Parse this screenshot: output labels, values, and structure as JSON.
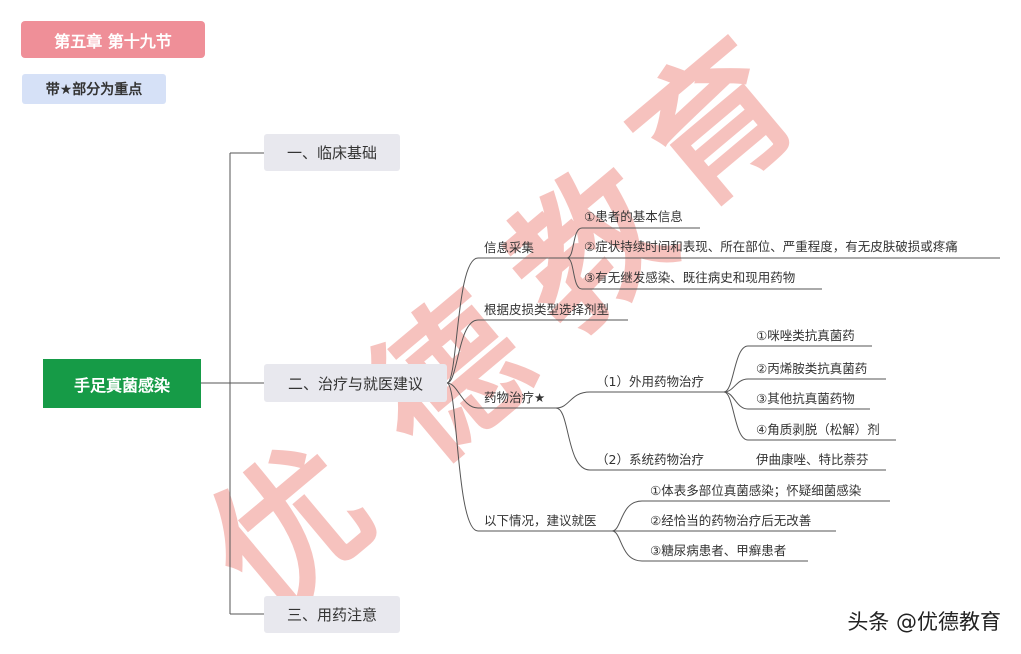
{
  "header": {
    "chapter": "第五章 第十九节",
    "note": "带★部分为重点"
  },
  "root": {
    "label": "手足真菌感染"
  },
  "branches": [
    {
      "label": "一、临床基础"
    },
    {
      "label": "二、治疗与就医建议"
    },
    {
      "label": "三、用药注意"
    }
  ],
  "treatment": {
    "info": {
      "label": "信息采集",
      "items": [
        "①患者的基本信息",
        "②症状持续时间和表现、所在部位、严重程度，有无皮肤破损或疼痛",
        "③有无继发感染、既往病史和现用药物"
      ]
    },
    "formulation": {
      "label": "根据皮损类型选择剂型"
    },
    "drug": {
      "label": "药物治疗★",
      "topical": {
        "label": "（1）外用药物治疗",
        "items": [
          "①咪唑类抗真菌药",
          "②丙烯胺类抗真菌药",
          "③其他抗真菌药物",
          "④角质剥脱（松解）剂"
        ]
      },
      "systemic": {
        "label": "（2）系统药物治疗",
        "item": "伊曲康唑、特比萘芬"
      }
    },
    "referral": {
      "label": "以下情况，建议就医",
      "items": [
        "①体表多部位真菌感染；怀疑细菌感染",
        "②经恰当的药物治疗后无改善",
        "③糖尿病患者、甲癣患者"
      ]
    }
  },
  "watermark": [
    "优",
    "德",
    "教",
    "育"
  ],
  "credit": "头条 @优德教育",
  "colors": {
    "chapter_bg": "#ef8f98",
    "note_bg": "#d6e1f7",
    "root_bg": "#169b47",
    "branch_bg": "#e8e8ee"
  }
}
